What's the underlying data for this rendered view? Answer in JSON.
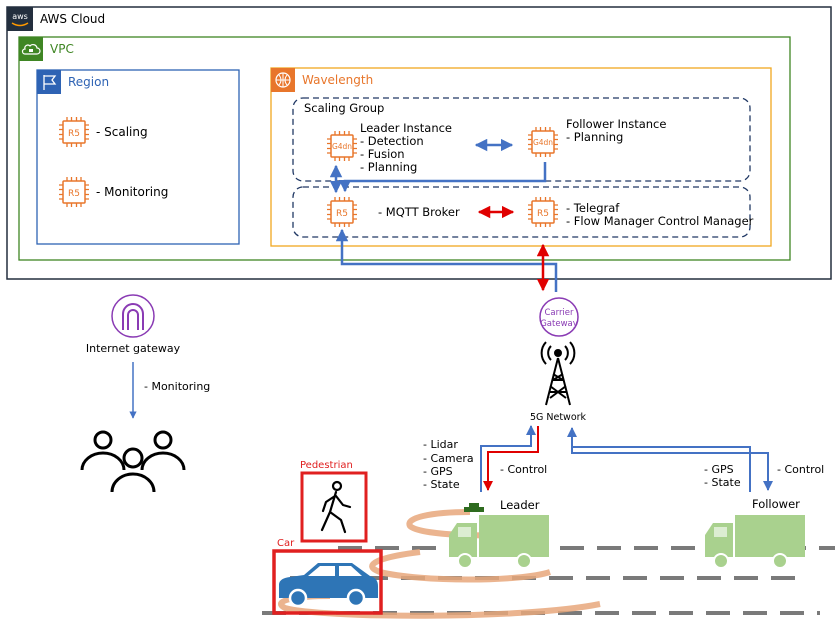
{
  "aws_cloud": {
    "logo_text": "aws",
    "title": "AWS Cloud"
  },
  "vpc": {
    "title": "VPC"
  },
  "region": {
    "title": "Region",
    "items": [
      {
        "chip": "R5",
        "label": "- Scaling"
      },
      {
        "chip": "R5",
        "label": "- Monitoring"
      }
    ]
  },
  "wavelength": {
    "title": "Wavelength",
    "scaling_group": {
      "title": "Scaling Group",
      "leader": {
        "chip": "G4dn",
        "title": "Leader Instance",
        "items": [
          "-   Detection",
          "-   Fusion",
          "-   Planning"
        ]
      },
      "follower": {
        "chip": "G4dn",
        "title": "Follower Instance",
        "items": [
          "-   Planning"
        ]
      }
    },
    "broker": {
      "chip": "R5",
      "label": "- MQTT Broker"
    },
    "telegraf": {
      "chip": "R5",
      "items": [
        "-   Telegraf",
        "-   Flow Manager Control Manager"
      ]
    }
  },
  "carrier_gateway": {
    "line1": "Carrier",
    "line2": "Gateway"
  },
  "network": {
    "label": "5G Network"
  },
  "internet_gateway": {
    "label": "Internet gateway",
    "note": "-   Monitoring"
  },
  "leader_uplink": [
    "-   Lidar",
    "-   Camera",
    "-   GPS",
    "-   State"
  ],
  "leader_control": "-   Control",
  "follower_uplink": [
    "-   GPS",
    "-   State"
  ],
  "follower_control": "-   Control",
  "vehicles": {
    "leader": "Leader",
    "follower": "Follower"
  },
  "detections": {
    "pedestrian": "Pedestrian",
    "car": "Car"
  },
  "colors": {
    "aws_border": "#232f3e",
    "vpc": "#3f8624",
    "region": "#2e63b4",
    "wavelength": "#f0a820",
    "wavelength_icon": "#e8762b",
    "chip": "#e8762b",
    "arrow_blue": "#4472c4",
    "arrow_red": "#e00000",
    "gateway": "#8a3bb4",
    "detection_box": "#e02020",
    "truck": "#a9d18e",
    "lane": "#7a7a7a",
    "swirl": "#e8a87c",
    "car": "#2e75b6"
  }
}
